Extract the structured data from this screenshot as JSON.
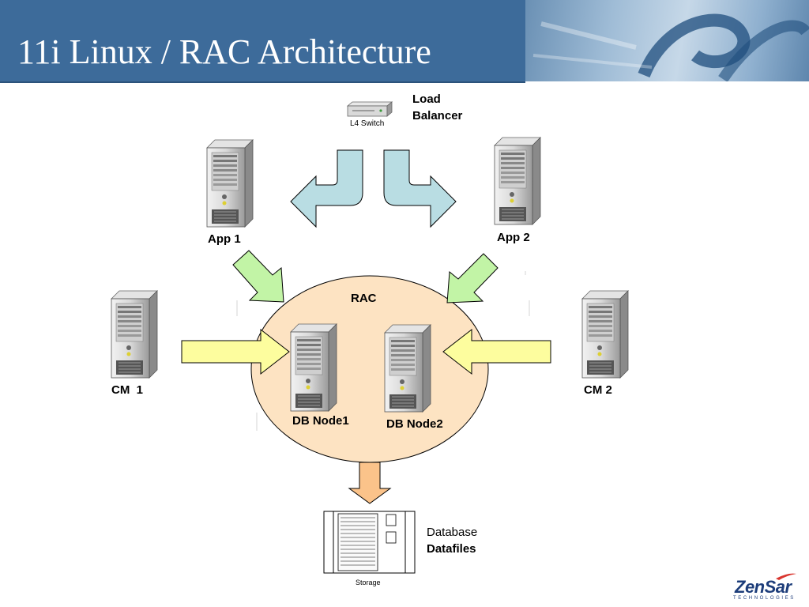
{
  "slide": {
    "title": "11i Linux / RAC Architecture"
  },
  "load_balancer": {
    "device_label": "L4 Switch",
    "name_line1": "Load",
    "name_line2": "Balancer"
  },
  "servers": {
    "app1": "App 1",
    "app2": "App 2",
    "cm1": "CM  1",
    "cm2": "CM 2",
    "db1": "DB Node1",
    "db2": "DB Node2"
  },
  "rac": {
    "label": "RAC"
  },
  "storage": {
    "device_label": "Storage",
    "name_line1": "Database",
    "name_line2": "Datafiles"
  },
  "logo": {
    "name": "ZenSar",
    "tagline": "TECHNOLOGIES"
  },
  "colors": {
    "header": "#3d6b9a",
    "rac_ellipse": "#fde3c2",
    "arrow_lb": "#b9dde3",
    "arrow_app": "#c2f4a6",
    "arrow_cm": "#fdfd9e",
    "arrow_storage": "#fbc38a"
  }
}
